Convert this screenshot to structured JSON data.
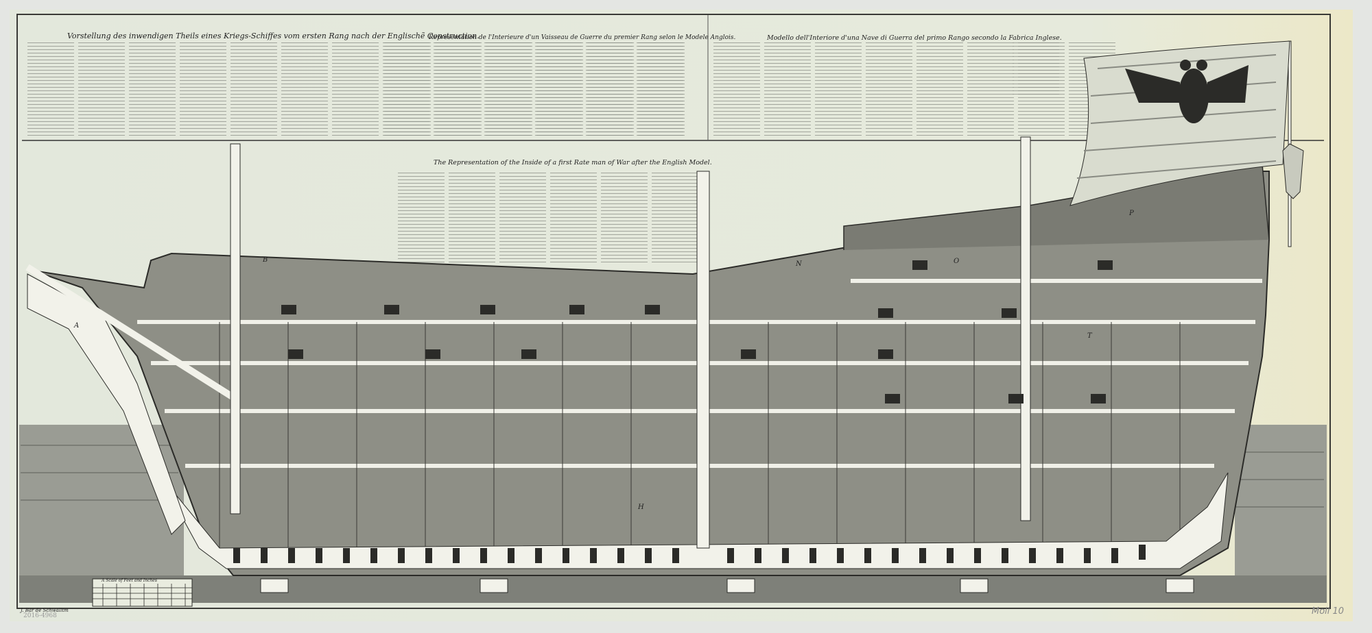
{
  "legend_titles": {
    "german": "Vorstellung des inwendigen Theils eines Kriegs-Schiffes vom ersten Rang nach der Englischẽ Construction.",
    "french": "Representation de l'Interieure d'un Vaisseau de Guerre du premier Rang selon le Modele Anglois.",
    "italian": "Modello dell'Interiore d'una Nave di Guerra del primo Rango secondo la Fabrica Inglese.",
    "english": "The Representation of the Inside of a first Rate man of War after the English Model."
  },
  "ship_labels": [
    "A",
    "B",
    "N",
    "O",
    "P",
    "T",
    "H"
  ],
  "scale_title": "A Scale of Feet and Inches",
  "engraver": "J. Bar de Schwalltm",
  "inventory_stamp": "2016-4968",
  "handwritten_note": "Moll 10",
  "colors": {
    "paper": "#e5e9dc",
    "ink": "#2b2b28",
    "wood": "#8a8a80"
  }
}
